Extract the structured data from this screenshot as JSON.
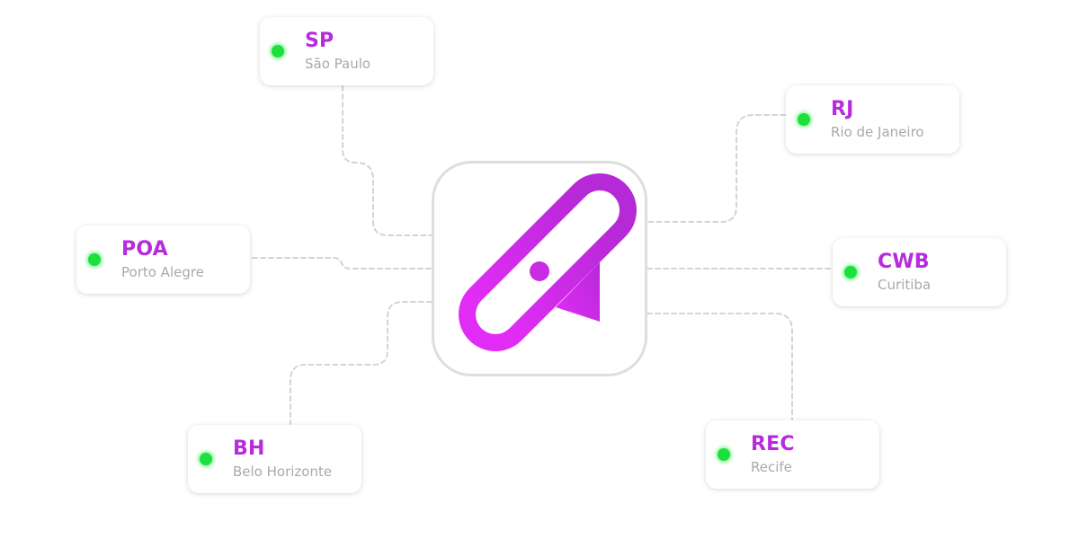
{
  "hub": {
    "logo_icon": "chat-bubble-pin-logo",
    "gradient": [
      "#e02cf5",
      "#b52ad6"
    ]
  },
  "nodes": [
    {
      "code": "SP",
      "city": "São Paulo",
      "status_color": "#1ee03d"
    },
    {
      "code": "RJ",
      "city": "Rio de Janeiro",
      "status_color": "#1ee03d"
    },
    {
      "code": "POA",
      "city": "Porto Alegre",
      "status_color": "#1ee03d"
    },
    {
      "code": "CWB",
      "city": "Curitiba",
      "status_color": "#1ee03d"
    },
    {
      "code": "BH",
      "city": "Belo Horizonte",
      "status_color": "#1ee03d"
    },
    {
      "code": "REC",
      "city": "Recife",
      "status_color": "#1ee03d"
    }
  ],
  "colors": {
    "accent": "#b72bde",
    "subtext": "#a9a9a9",
    "connector": "#d4d4d4",
    "hub_border": "#dedede"
  }
}
